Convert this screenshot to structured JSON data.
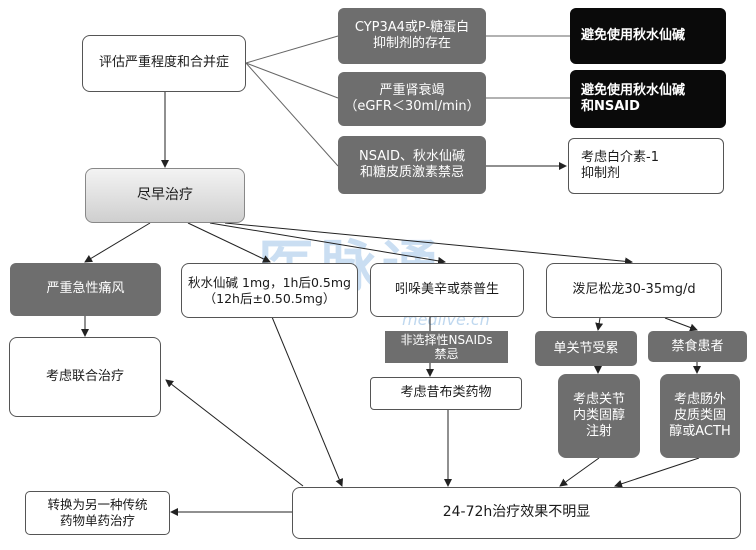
{
  "nodes": {
    "assess": "评估严重程度和合并症",
    "cyp3a4": "CYP3A4或P-糖蛋白\n抑制剂的存在",
    "renal": "严重肾衰竭\n（eGFR＜30ml/min）",
    "nsaid_ban": "NSAID、秋水仙碱\n和糖皮质激素禁忌",
    "avoid_colchicine": "避免使用秋水仙碱",
    "avoid_colchicine_nsaid": "避免使用秋水仙碱\n和NSAID",
    "il1": "考虑白介素-1\n抑制剂",
    "early": "尽早治疗",
    "severe_gout": "严重急性痛风",
    "colchicine_dose": "秋水仙碱 1mg，1h后0.5mg\n（12h后±0.50.5mg）",
    "indomethacin": "吲哚美辛或萘普生",
    "prednisolone": "泼尼松龙30-35mg/d",
    "combination": "考虑联合治疗",
    "nonselective": "非选择性NSAIDs\n禁忌",
    "coxib": "考虑昔布类药物",
    "single_joint": "单关节受累",
    "fasting": "禁食患者",
    "intra_articular": "考虑关节\n内类固醇\n注射",
    "extra_articular": "考虑肠外\n皮质类固\n醇或ACTH",
    "switch": "转换为另一种传统\n药物单药治疗",
    "ineffective": "24-72h治疗效果不明显"
  },
  "watermark": {
    "brand": "医脉通",
    "url": "medlive.cn"
  }
}
